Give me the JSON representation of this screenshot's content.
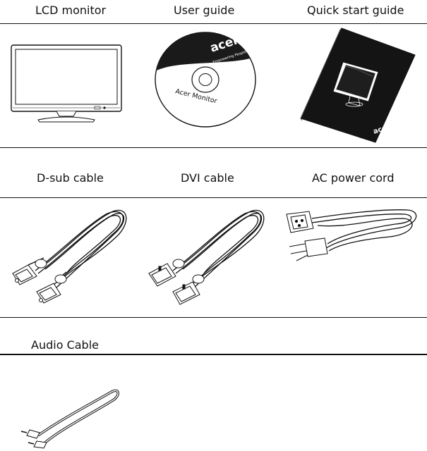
{
  "row1": {
    "items": [
      {
        "label": "LCD monitor"
      },
      {
        "label": "User guide",
        "disc_brand": "acer",
        "disc_tagline": "Empowering People",
        "disc_title": "Acer Monitor"
      },
      {
        "label": "Quick start guide",
        "brand": "acer"
      }
    ]
  },
  "row2": {
    "items": [
      {
        "label": "D-sub cable"
      },
      {
        "label": "DVI cable"
      },
      {
        "label": "AC power cord"
      }
    ]
  },
  "row3": {
    "items": [
      {
        "label": "Audio Cable"
      }
    ]
  }
}
